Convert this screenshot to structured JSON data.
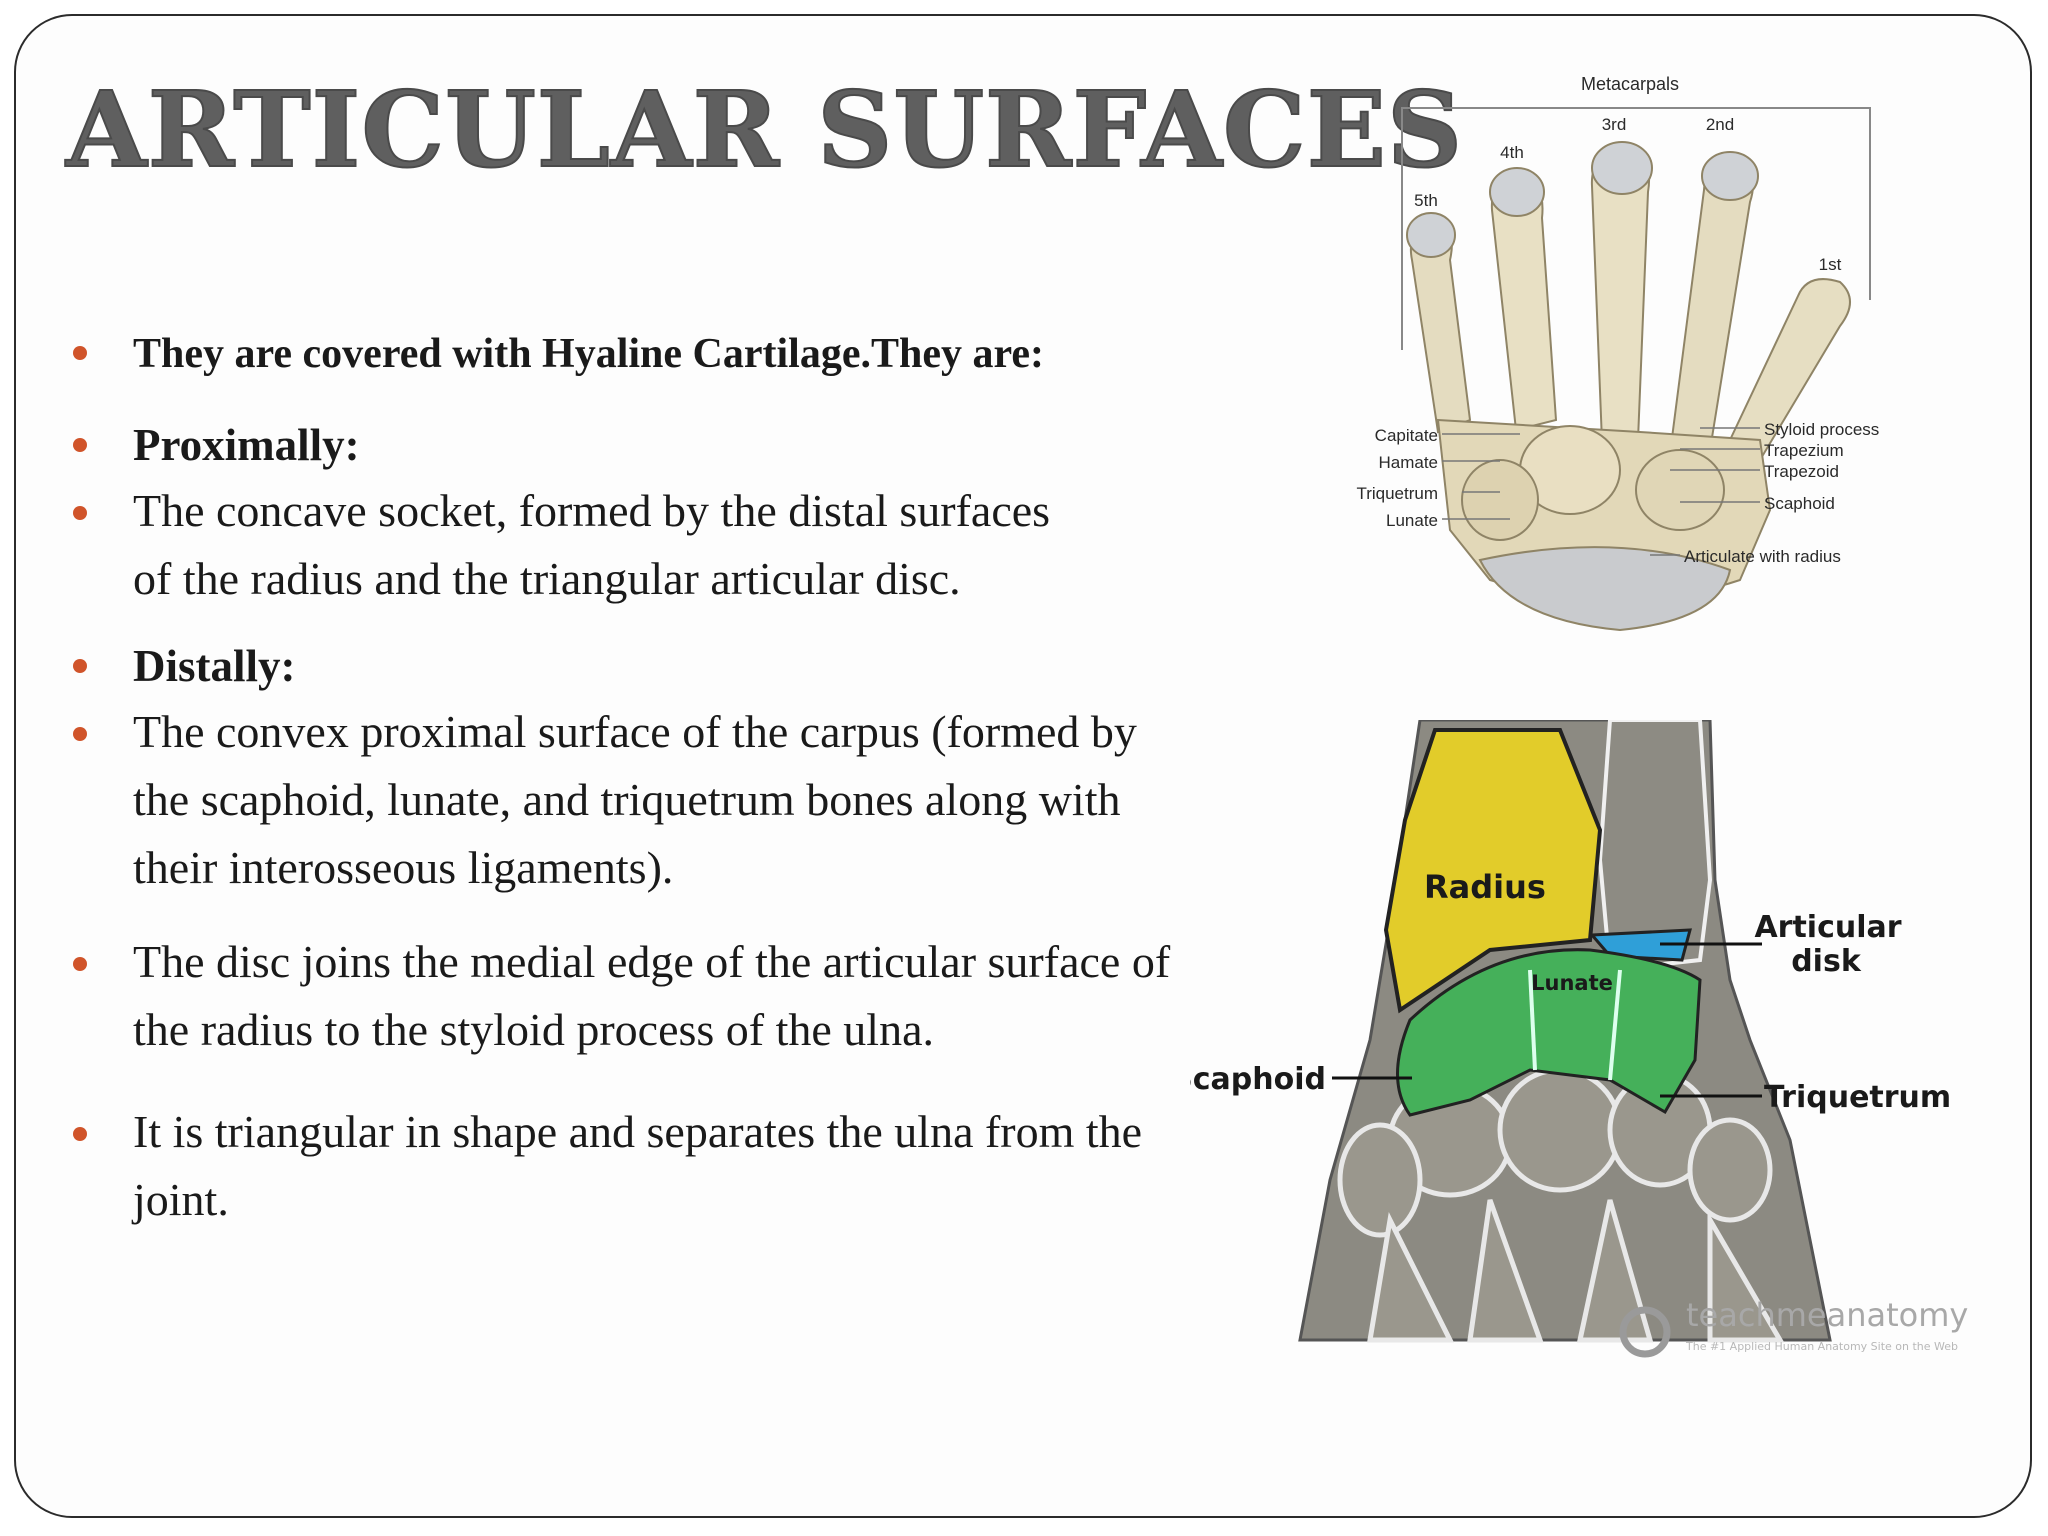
{
  "slide": {
    "title": "Articular Surfaces",
    "bullets": [
      {
        "text": "They are covered with Hyaline Cartilage.They are:",
        "style": "intro"
      },
      {
        "text": "Proximally:",
        "style": "heading"
      },
      {
        "text": "The concave socket, formed by the distal surfaces of the radius and the triangular articular disc.",
        "style": "body"
      },
      {
        "text": "Distally:",
        "style": "heading"
      },
      {
        "text": "The convex proximal surface of the carpus (formed by the scaphoid, lunate, and triquetrum bones along with their interosseous ligaments).",
        "style": "body"
      },
      {
        "text": "The disc joins the medial edge of the articular surface of the radius to the styloid process of the ulna.",
        "style": "body"
      },
      {
        "text": "It is triangular in shape and separates the ulna from the joint.",
        "style": "body"
      }
    ],
    "bullet_color": "#d0542a"
  },
  "figure_top": {
    "header": "Metacarpals",
    "fingers": [
      "5th",
      "4th",
      "3rd",
      "2nd",
      "1st"
    ],
    "left_labels": [
      "Capitate",
      "Hamate",
      "Triquetrum",
      "Lunate"
    ],
    "right_labels": [
      "Styloid process",
      "Trapezium",
      "Trapezoid",
      "Scaphoid",
      "Articulate with radius"
    ]
  },
  "figure_bottom": {
    "labels": {
      "radius": "Radius",
      "lunate": "Lunate",
      "articular_disk_1": "Articular",
      "articular_disk_2": "disk",
      "scaphoid": "Scaphoid",
      "triquetrum": "Triquetrum"
    },
    "watermark": "teachmeanatomy",
    "watermark_tagline": "The #1 Applied Human Anatomy Site on the Web",
    "colors": {
      "radius": "#e2cc2a",
      "carpals": "#45b05a",
      "disk": "#2f9fd8",
      "bone": "#8a8a80"
    }
  }
}
